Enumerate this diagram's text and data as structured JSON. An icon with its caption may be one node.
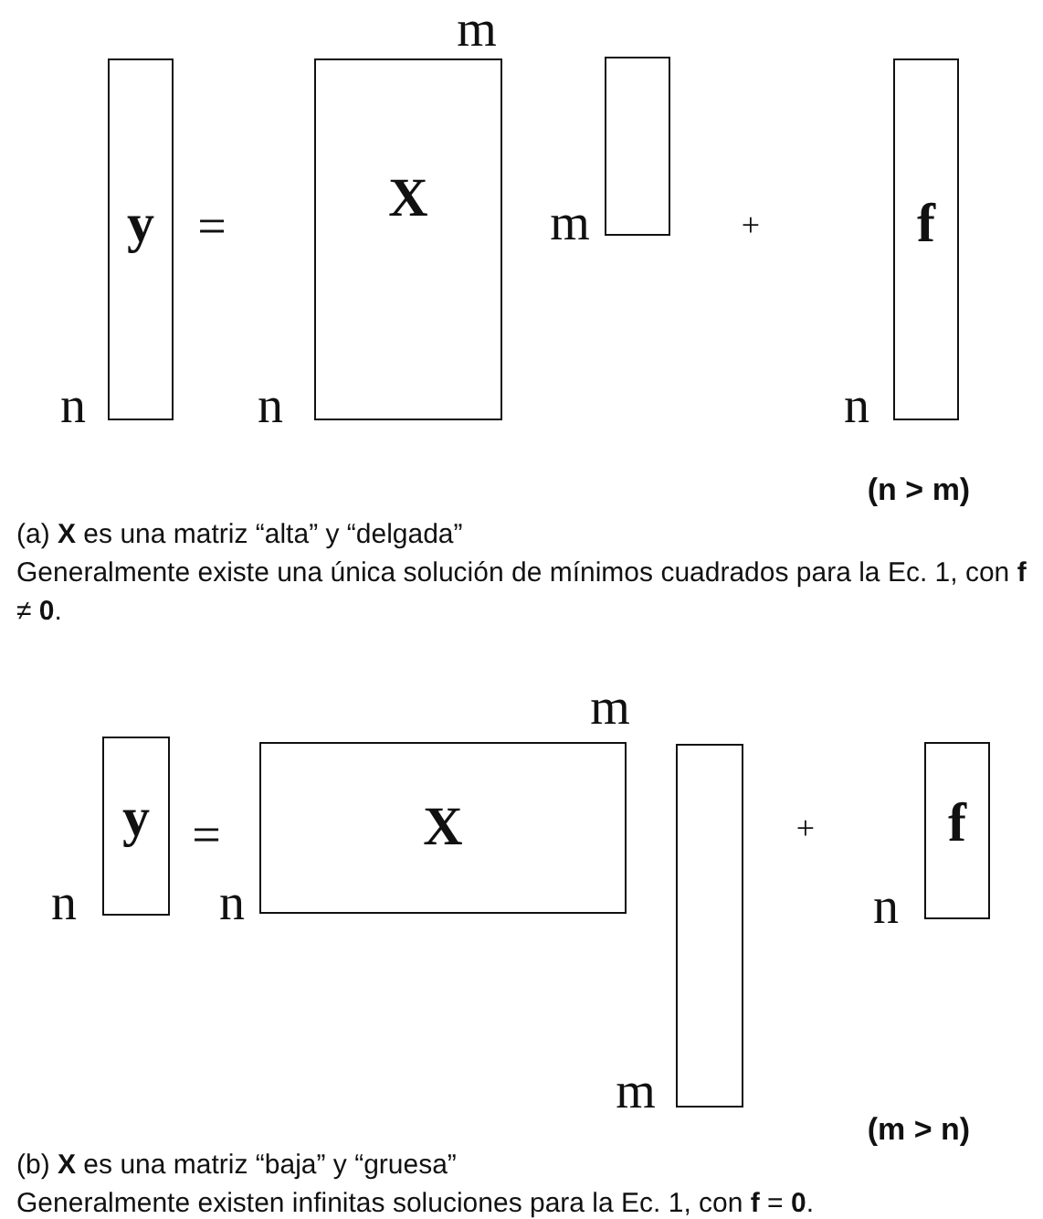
{
  "diagram": {
    "nodes": [
      {
        "text": [
          "y"
        ]
      },
      {
        "text": [
          "X"
        ]
      },
      {
        "text": [],
        "shape": "box"
      },
      {
        "text": [
          "f"
        ]
      },
      {
        "text": [
          "y"
        ]
      },
      {
        "text": [
          "X"
        ]
      },
      {
        "text": [],
        "shape": "box"
      },
      {
        "text": [
          "f"
        ]
      }
    ],
    "labels": [
      "m",
      "=",
      "m",
      "+",
      "n",
      "n",
      "n",
      "(n > m)",
      "(a) **X** es una matriz “alta” y “delgada”",
      "Generalmente existe una única solución de mínimos cuadrados para la Ec. 1, con **f** ≠ **0**.",
      "m",
      "=",
      "+",
      "n",
      "n",
      "n",
      "m",
      "(m > n)",
      "(b) **X** es una matriz “baja” y “gruesa”",
      "Generalmente existen infinitas soluciones para la Ec. 1, con **f** = **0**."
    ]
  }
}
